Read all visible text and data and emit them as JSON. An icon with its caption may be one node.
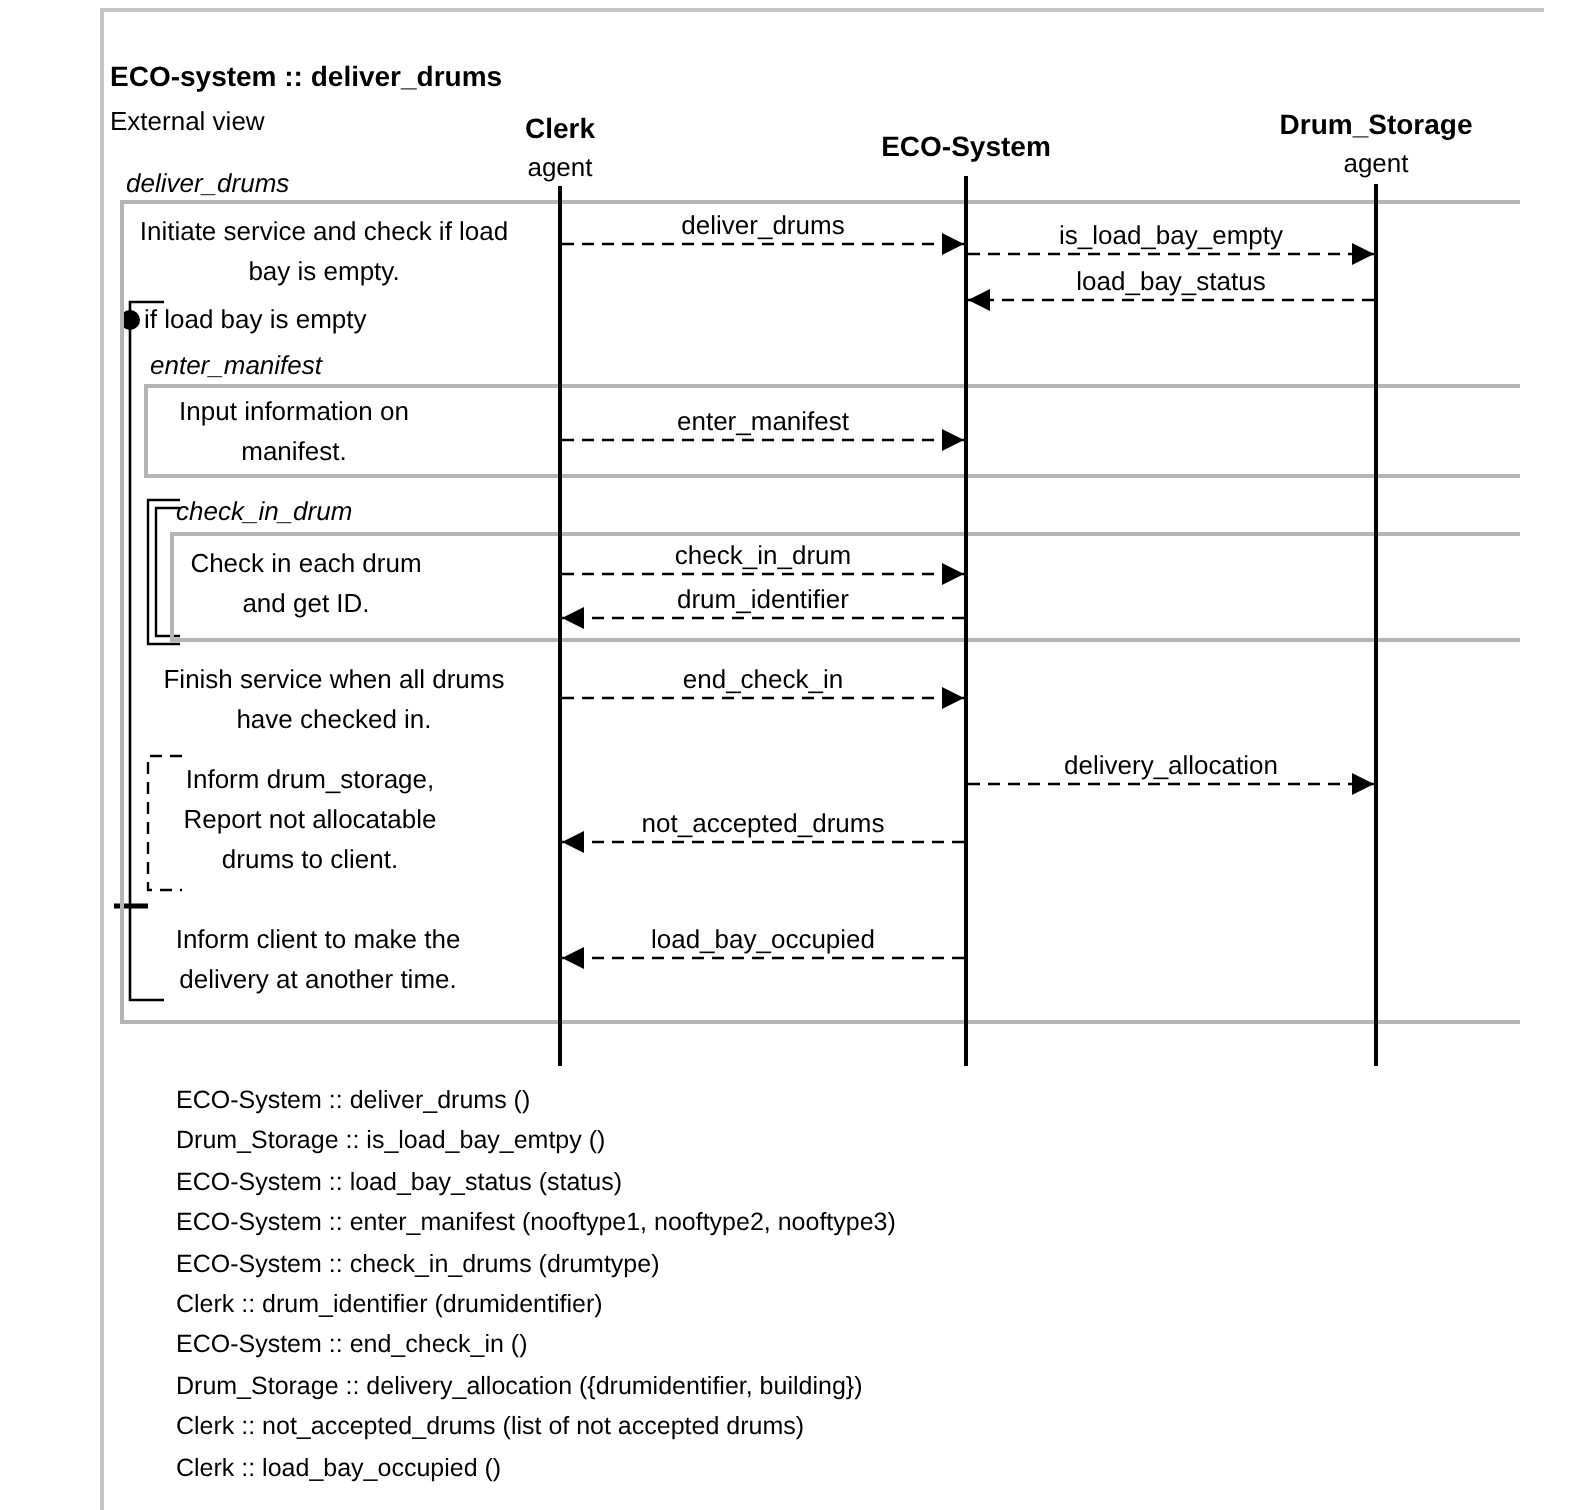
{
  "diagram": {
    "title": "ECO-system :: deliver_drums",
    "nodes": [
      {
        "text": [
          "deliver_drums"
        ]
      },
      {
        "text": [
          "enter_manifest",
          "Input information on manifest."
        ],
        "in": 0
      },
      {
        "text": [
          "check_in_drum",
          "Check in each drum and get ID."
        ],
        "in": 0
      },
      {
        "text": [],
        "shape": "bar",
        "beside": [
          "Clerk",
          "agent"
        ]
      },
      {
        "text": [],
        "shape": "bar",
        "beside": [
          "ECO-System"
        ]
      },
      {
        "text": [],
        "shape": "bar",
        "beside": [
          "Drum_Storage",
          "agent"
        ]
      }
    ],
    "edges": [
      {
        "from": 3,
        "to": 4,
        "arrow": "to",
        "label": "deliver_drums",
        "style": "dashed"
      },
      {
        "from": 4,
        "to": 5,
        "arrow": "to",
        "label": "is_load_bay_empty",
        "style": "dashed"
      },
      {
        "from": 5,
        "to": 4,
        "arrow": "to",
        "label": "load_bay_status",
        "style": "dashed"
      },
      {
        "from": 3,
        "to": 4,
        "arrow": "to",
        "label": "enter_manifest",
        "style": "dashed"
      },
      {
        "from": 3,
        "to": 4,
        "arrow": "to",
        "label": "check_in_drum",
        "style": "dashed"
      },
      {
        "from": 4,
        "to": 3,
        "arrow": "to",
        "label": "drum_identifier",
        "style": "dashed"
      },
      {
        "from": 3,
        "to": 4,
        "arrow": "to",
        "label": "end_check_in",
        "style": "dashed"
      },
      {
        "from": 4,
        "to": 5,
        "arrow": "to",
        "label": "delivery_allocation",
        "style": "dashed"
      },
      {
        "from": 4,
        "to": 3,
        "arrow": "to",
        "label": "not_accepted_drums",
        "style": "dashed"
      },
      {
        "from": 4,
        "to": 3,
        "arrow": "to",
        "label": "load_bay_occupied",
        "style": "dashed"
      }
    ],
    "labels": [
      "External view",
      "Initiate service and check if load bay is empty.",
      "if load bay is empty",
      "Finish service when all drums have checked in.",
      "Inform drum_storage, Report not allocatable drums to client.",
      "Inform client to make the delivery at another time.",
      "ECO-System :: deliver_drums ()",
      "Drum_Storage :: is_load_bay_emtpy ()",
      "ECO-System :: load_bay_status (status)",
      "ECO-System :: enter_manifest (nooftype1, nooftype2, nooftype3)",
      "ECO-System :: check_in_drums (drumtype)",
      "Clerk :: drum_identifier (drumidentifier)",
      "ECO-System :: end_check_in ()",
      "Drum_Storage :: delivery_allocation ({drumidentifier, building})",
      "Clerk :: not_accepted_drums (list of not accepted drums)",
      "Clerk :: load_bay_occupied ()"
    ]
  }
}
